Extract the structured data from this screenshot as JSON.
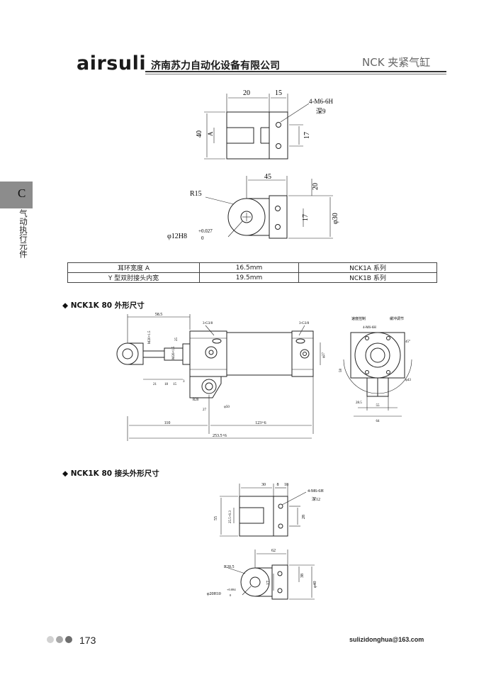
{
  "header": {
    "brand": "airsuli",
    "company": "济南苏力自动化设备有限公司",
    "product_title": "NCK 夹紧气缸"
  },
  "side_tab": {
    "letter": "C",
    "category": "气动执行元件"
  },
  "drawing1": {
    "dim_20": "20",
    "dim_15": "15",
    "thread": "4-M6-6H",
    "depth": "深9",
    "dim_40": "40",
    "label_a": "A",
    "dim_17": "17"
  },
  "drawing2": {
    "dim_45": "45",
    "dim_20": "20",
    "radius": "R15",
    "dim_17": "17",
    "dia_30": "φ30",
    "bore": "φ12H8",
    "tol_upper": "+0.027",
    "tol_lower": "0"
  },
  "spec_table": {
    "rows": [
      {
        "label": "耳环宽度 A",
        "value": "16.5mm",
        "series": "NCK1A 系列"
      },
      {
        "label": "Y 型双肘接头内宽",
        "value": "19.5mm",
        "series": "NCK1B 系列"
      }
    ]
  },
  "section1": {
    "title": "◆  NCK1K 80 外形尺寸"
  },
  "drawing3": {
    "d_58_5": "58.5",
    "d_m20": "M20×1.5",
    "d_m26": "M26×1.5",
    "d_3g38_l": "3-G3/8",
    "d_3g38_r": "3-G3/8",
    "d_25": "25",
    "d_21": "21",
    "d_18": "18",
    "d_15": "15",
    "d_3": "3",
    "d_r20": "R20",
    "d_27": "27",
    "d_phi50": "φ50",
    "d_phi27": "φ27",
    "d_110": "110",
    "d_123": "123+6",
    "d_253": "253.5+6",
    "d_58": "58",
    "side_label_a": "速度控制",
    "side_label_b": "缓冲调节",
    "side_thread": "4-M6-6H",
    "side_phi43": "φ43",
    "side_28_5": "28.5",
    "side_55": "55",
    "side_64": "64",
    "side_45": "45°"
  },
  "section2": {
    "title": "◆  NCK1K 80 接头外形尺寸"
  },
  "drawing4": {
    "dim_30": "30",
    "dim_8": "8",
    "dim_18": "18",
    "thread": "4-M6-6H",
    "depth": "深12",
    "dim_55": "55",
    "tol": "25.5+0.3",
    "dim_28": "28"
  },
  "drawing5": {
    "dim_62": "62",
    "radius": "R20.5",
    "dim_38": "38",
    "dia_40": "φ40",
    "dim_17": "17",
    "bore": "φ20H10",
    "tol_upper": "+0.084",
    "tol_lower": "0"
  },
  "footer": {
    "page_number": "173",
    "email": "sulizidonghua@163.com",
    "dot_colors": [
      "#d2d2d2",
      "#a8a8a8",
      "#6e6e6e"
    ]
  }
}
